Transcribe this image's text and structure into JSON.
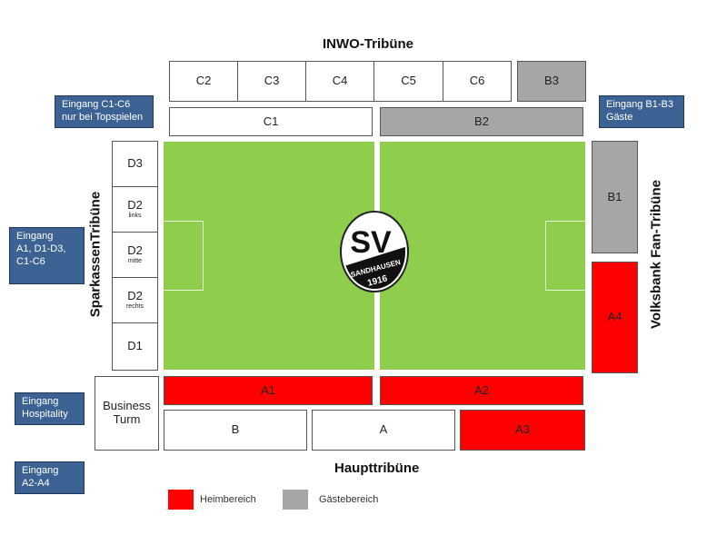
{
  "stands": {
    "north_title": "INWO-Tribüne",
    "south_title": "Haupttribüne",
    "west_title": "SparkassenTribüne",
    "east_title": "Volksbank Fan-Tribüne"
  },
  "blocks": {
    "C2": "C2",
    "C3": "C3",
    "C4": "C4",
    "C5": "C5",
    "C6": "C6",
    "B3": "B3",
    "C1": "C1",
    "B2": "B2",
    "B1": "B1",
    "A4": "A4",
    "D3": "D3",
    "D2_links": {
      "label": "D2",
      "sub": "links"
    },
    "D2_mitte": {
      "label": "D2",
      "sub": "mitte"
    },
    "D2_rechts": {
      "label": "D2",
      "sub": "rechts"
    },
    "D1": "D1",
    "A1": "A1",
    "A2": "A2",
    "B": "B",
    "A": "A",
    "A3": "A3",
    "business": {
      "line1": "Business",
      "line2": "Turm"
    }
  },
  "entrances": {
    "c1c6": {
      "line1": "Eingang C1-C6",
      "line2": "nur bei Topspielen"
    },
    "b1b3": {
      "line1": "Eingang B1-B3",
      "line2": "Gäste"
    },
    "a1d": {
      "line1": "Eingang",
      "line2": "A1, D1-D3,",
      "line3": "C1-C6"
    },
    "hospitality": {
      "line1": "Eingang",
      "line2": "Hospitality"
    },
    "a2a4": {
      "line1": "Eingang",
      "line2": "A2-A4"
    }
  },
  "logo": {
    "initials": "SV",
    "name": "SANDHAUSEN",
    "year": "1916"
  },
  "legend": {
    "home": {
      "label": "Heimbereich",
      "color": "#ff0000"
    },
    "away": {
      "label": "Gästebereich",
      "color": "#a6a6a6"
    }
  }
}
